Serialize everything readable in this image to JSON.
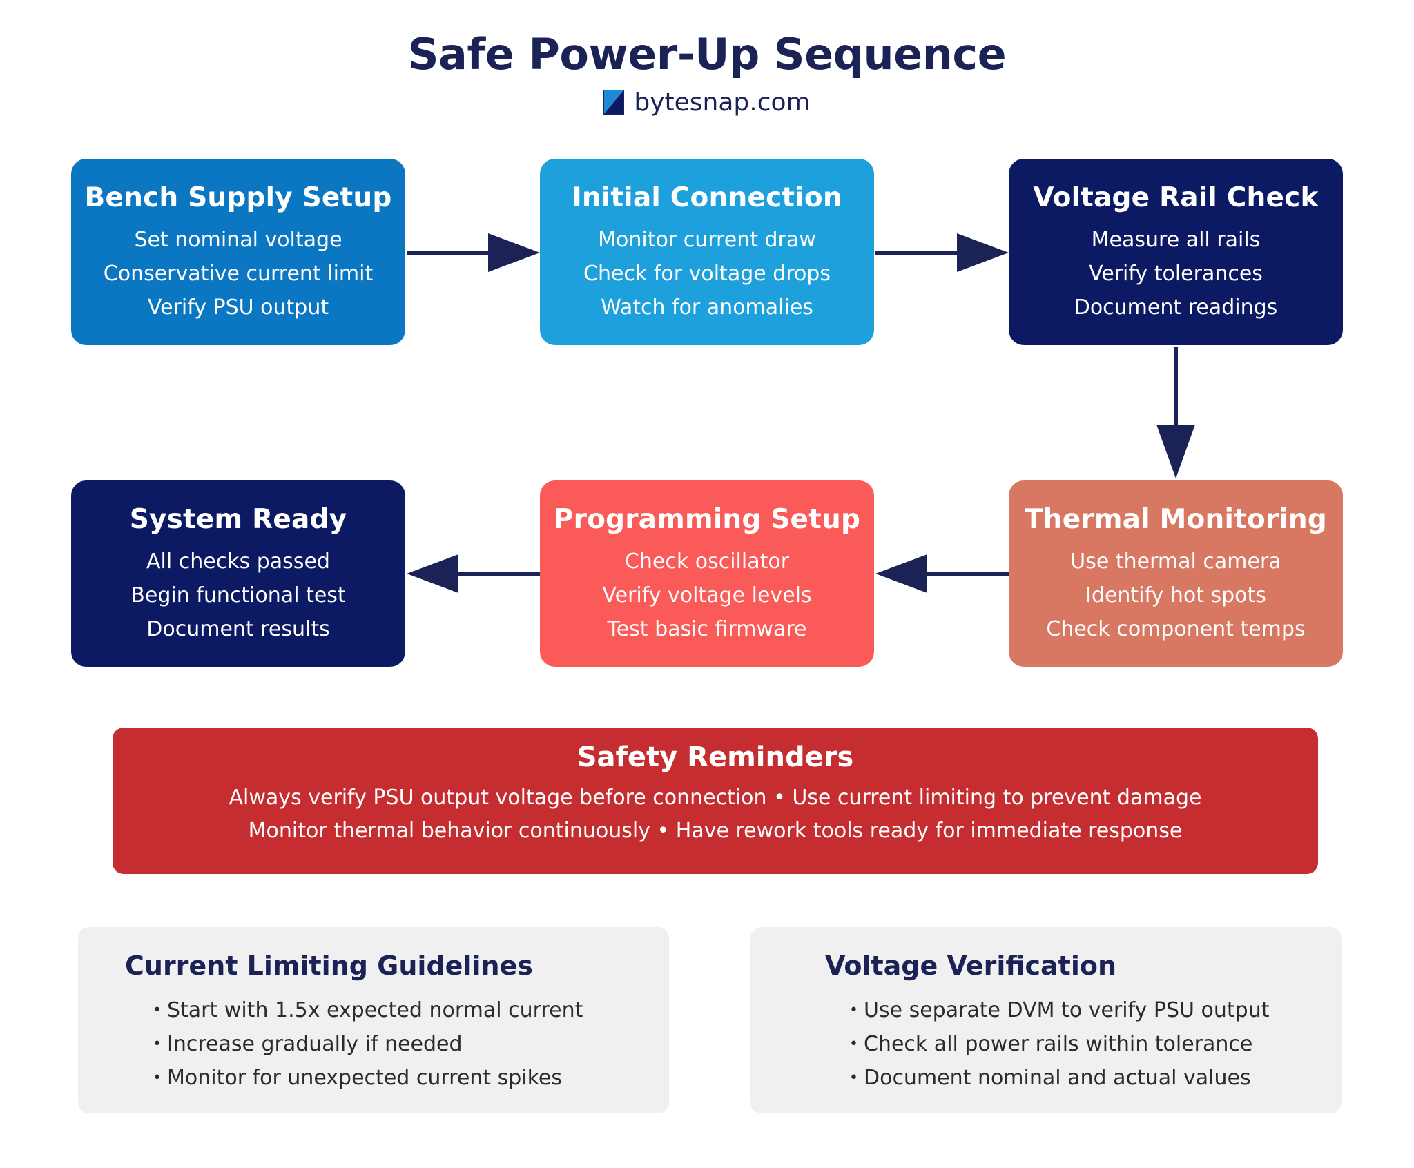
{
  "header": {
    "title": "Safe Power-Up Sequence",
    "brand": "bytesnap.com"
  },
  "steps": [
    {
      "title": "Bench Supply Setup",
      "lines": [
        "Set nominal voltage",
        "Conservative current limit",
        "Verify PSU output"
      ],
      "color": "#0b77c2"
    },
    {
      "title": "Initial Connection",
      "lines": [
        "Monitor current draw",
        "Check for voltage drops",
        "Watch for anomalies"
      ],
      "color": "#1ea0dc"
    },
    {
      "title": "Voltage Rail Check",
      "lines": [
        "Measure all rails",
        "Verify tolerances",
        "Document readings"
      ],
      "color": "#0c1a63"
    },
    {
      "title": "Thermal Monitoring",
      "lines": [
        "Use thermal camera",
        "Identify hot spots",
        "Check component temps"
      ],
      "color": "#d87762"
    },
    {
      "title": "Programming Setup",
      "lines": [
        "Check oscillator",
        "Verify voltage levels",
        "Test basic firmware"
      ],
      "color": "#fa5a58"
    },
    {
      "title": "System Ready",
      "lines": [
        "All checks passed",
        "Begin functional test",
        "Document results"
      ],
      "color": "#0c1a63"
    }
  ],
  "safety": {
    "title": "Safety Reminders",
    "line1": "Always verify PSU output voltage before connection • Use current limiting to prevent damage",
    "line2": "Monitor thermal behavior continuously • Have rework tools ready for immediate response",
    "color": "#c62d31"
  },
  "current_limiting": {
    "title": "Current Limiting Guidelines",
    "items": [
      "Start with 1.5x expected normal current",
      "Increase gradually if needed",
      "Monitor for unexpected current spikes"
    ]
  },
  "voltage_verification": {
    "title": "Voltage Verification",
    "items": [
      "Use separate DVM to verify PSU output",
      "Check all power rails within tolerance",
      "Document nominal and actual values"
    ]
  },
  "arrow_color": "#1b2256"
}
